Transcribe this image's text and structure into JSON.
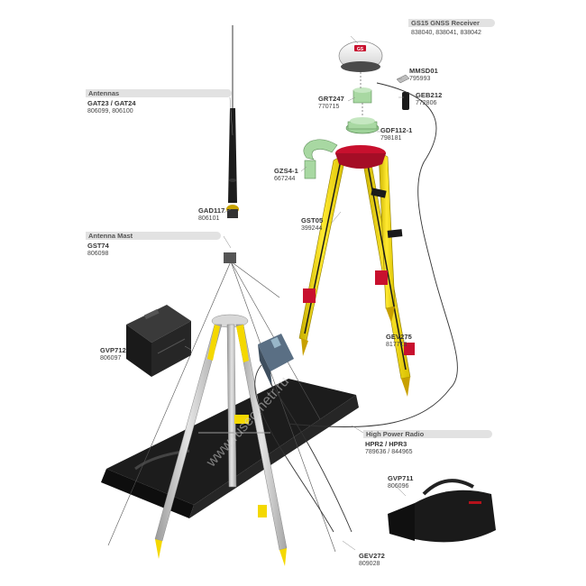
{
  "gs15": {
    "title": "GS15 GNSS Receiver",
    "numbers": "838040, 838041, 838042"
  },
  "antennas": {
    "title": "Antennas",
    "code": "GAT23 / GAT24",
    "numbers": "806099, 806100"
  },
  "antenna_mast": {
    "title": "Antenna Mast",
    "code": "GST74",
    "numbers": "806098"
  },
  "high_power_radio": {
    "title": "High Power Radio",
    "code": "HPR2 / HPR3",
    "numbers": "789636 / 844965"
  },
  "parts": [
    {
      "code": "MMSD01",
      "numbers": "795993"
    },
    {
      "code": "GEB212",
      "numbers": "772806"
    },
    {
      "code": "GRT247",
      "numbers": "770715"
    },
    {
      "code": "GDF112-1",
      "numbers": "798181"
    },
    {
      "code": "GZS4-1",
      "numbers": "667244"
    },
    {
      "code": "GAD117",
      "numbers": "806101"
    },
    {
      "code": "GST05",
      "numbers": "399244"
    },
    {
      "code": "GEV275",
      "numbers": "817713"
    },
    {
      "code": "GVP712",
      "numbers": "806097"
    },
    {
      "code": "GVP711",
      "numbers": "806096"
    },
    {
      "code": "GEV272",
      "numbers": "809028"
    }
  ],
  "receiver_logo": "GS",
  "watermark": "www.ruseometr.ru"
}
